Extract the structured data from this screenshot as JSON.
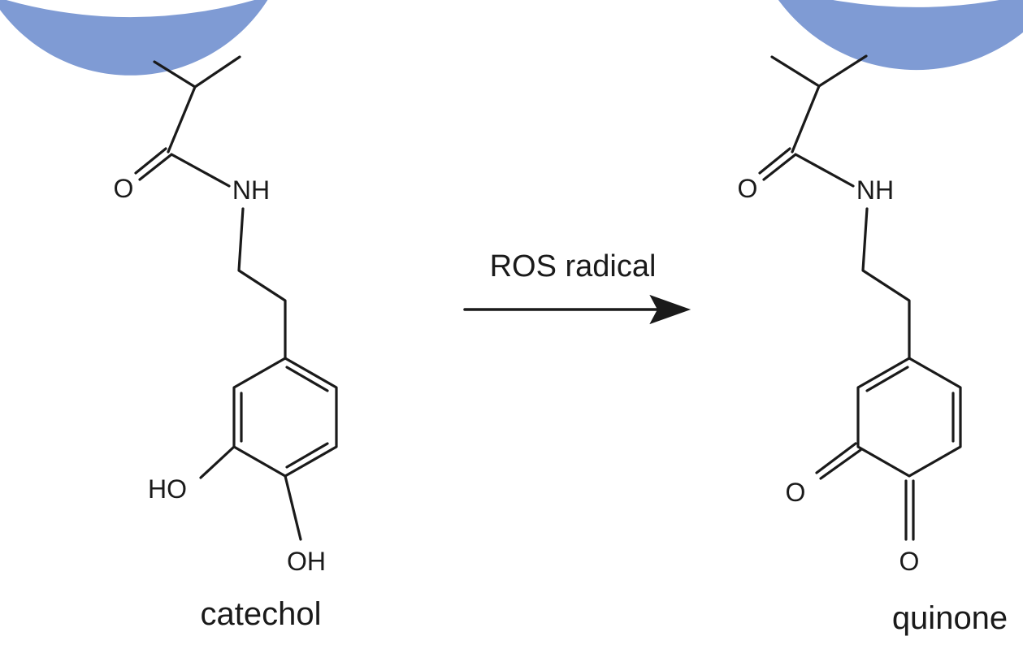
{
  "scheme": {
    "arrow_label": "ROS radical",
    "left": {
      "caption": "catechol",
      "labels": {
        "carbonyl_o": "O",
        "amide_nh": "NH",
        "hydroxyl_ho": "HO",
        "hydroxyl_oh": "OH"
      }
    },
    "right": {
      "caption": "quinone",
      "labels": {
        "carbonyl_o": "O",
        "amide_nh": "NH",
        "ketone_o_left": "O",
        "ketone_o_bottom": "O"
      }
    }
  },
  "colors": {
    "surface": "#7f9bd4",
    "bond": "#1a1a1a",
    "background": "#ffffff"
  }
}
